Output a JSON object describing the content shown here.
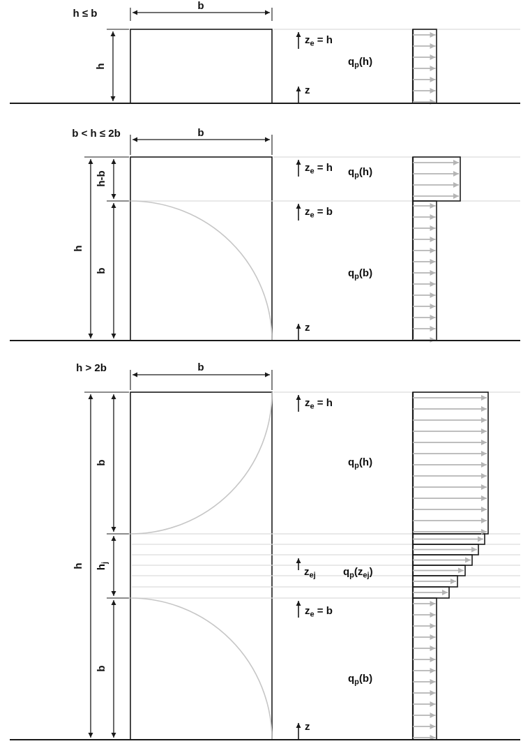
{
  "panels": [
    {
      "title": "h ≤ b",
      "dim_b": "b",
      "dim_h": "h",
      "ze_h": {
        "base": "z",
        "sub": "e",
        "rest": " = h"
      },
      "z": "z",
      "qp_h": {
        "base": "q",
        "sub": "p",
        "rest": "(h)"
      }
    },
    {
      "title": "b < h ≤ 2b",
      "dim_b": "b",
      "dim_h": "h",
      "dim_h_minus_b": "h-b",
      "dim_b_left": "b",
      "ze_h": {
        "base": "z",
        "sub": "e",
        "rest": " = h"
      },
      "ze_b": {
        "base": "z",
        "sub": "e",
        "rest": " = b"
      },
      "z": "z",
      "qp_h": {
        "base": "q",
        "sub": "p",
        "rest": "(h)"
      },
      "qp_b": {
        "base": "q",
        "sub": "p",
        "rest": "(b)"
      }
    },
    {
      "title": "h > 2b",
      "dim_b": "b",
      "dim_h": "h",
      "dim_b_upper": "b",
      "dim_hj": {
        "base": "h",
        "sub": "j"
      },
      "dim_b_lower": "b",
      "ze_h": {
        "base": "z",
        "sub": "e",
        "rest": " = h"
      },
      "ze_j": {
        "base": "z",
        "sub": "ej"
      },
      "ze_b": {
        "base": "z",
        "sub": "e",
        "rest": " = b"
      },
      "z": "z",
      "qp_h": {
        "base": "q",
        "sub": "p",
        "rest": "(h)"
      },
      "qp_zej": {
        "t1": "q",
        "s1": "p",
        "t2": "(z",
        "s2": "ej",
        "t3": ")"
      },
      "qp_b": {
        "base": "q",
        "sub": "p",
        "rest": "(b)"
      }
    }
  ],
  "colors": {
    "line": "#1a1a1a",
    "pressure_arrow": "#b5b5b5",
    "guide": "#dcdcdc",
    "arc": "#c6c6c6"
  }
}
